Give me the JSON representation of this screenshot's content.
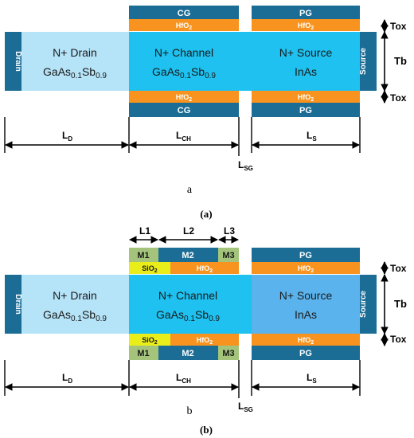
{
  "colors": {
    "gate": "#1b6d96",
    "hfo2": "#f7931e",
    "sio2": "#e9ee1a",
    "metal_light": "#a3c47a",
    "drain": "#b5e3f7",
    "channel": "#1ec1ef",
    "source_b": "#5ab3ec",
    "end": "#1b6d96"
  },
  "figure_a": {
    "top_gates": [
      "CG",
      "PG"
    ],
    "oxide": "HfO",
    "oxide_sub": "2",
    "bottom_gates": [
      "CG",
      "PG"
    ],
    "drain_contact": "Drain",
    "source_contact": "Source",
    "drain_region": {
      "line1": "N+ Drain",
      "base1": "GaAs",
      "sub1": "0.1",
      "base2": "Sb",
      "sub2": "0.9"
    },
    "channel_region": {
      "line1": "N+ Channel",
      "base1": "GaAs",
      "sub1": "0.1",
      "base2": "Sb",
      "sub2": "0.9"
    },
    "source_region": {
      "line1": "N+ Source",
      "line2": "InAs"
    },
    "tox": "Tox",
    "tb": "Tb",
    "ld": {
      "base": "L",
      "sub": "D"
    },
    "lch": {
      "base": "L",
      "sub": "CH"
    },
    "ls": {
      "base": "L",
      "sub": "S"
    },
    "lsg": {
      "base": "L",
      "sub": "SG"
    },
    "panel_letter": "a",
    "caption": "(a)"
  },
  "figure_b": {
    "segment_labels": [
      "L1",
      "L2",
      "L3"
    ],
    "metals": [
      "M1",
      "M2",
      "M3"
    ],
    "sio2": "SiO",
    "sio2_sub": "2",
    "oxide": "HfO",
    "oxide_sub": "2",
    "pg": "PG",
    "drain_contact": "Drain",
    "source_contact": "Source",
    "drain_region": {
      "line1": "N+ Drain",
      "base1": "GaAs",
      "sub1": "0.1",
      "base2": "Sb",
      "sub2": "0.9"
    },
    "channel_region": {
      "line1": "N+ Channel",
      "base1": "GaAs",
      "sub1": "0.1",
      "base2": "Sb",
      "sub2": "0.9"
    },
    "source_region": {
      "line1": "N+ Source",
      "line2": "InAs"
    },
    "tox": "Tox",
    "tb": "Tb",
    "ld": {
      "base": "L",
      "sub": "D"
    },
    "lch": {
      "base": "L",
      "sub": "CH"
    },
    "ls": {
      "base": "L",
      "sub": "S"
    },
    "lsg": {
      "base": "L",
      "sub": "SG"
    },
    "panel_letter": "b",
    "caption": "(b)"
  }
}
